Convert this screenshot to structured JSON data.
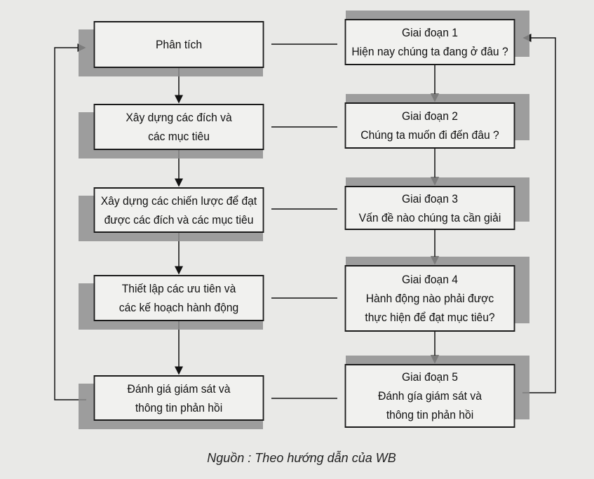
{
  "left_column": [
    {
      "lines": [
        "Phân tích"
      ]
    },
    {
      "lines": [
        "Xây dựng các đích và",
        "các mục tiêu"
      ]
    },
    {
      "lines": [
        "Xây dựng các chiến lược để đạt",
        "được các đích và các mục tiêu"
      ]
    },
    {
      "lines": [
        "Thiết lập các ưu tiên và",
        "các kế hoạch hành động"
      ]
    },
    {
      "lines": [
        "Đánh giá giám sát và",
        "thông tin phản hồi"
      ]
    }
  ],
  "right_column": [
    {
      "lines": [
        "Giai đoạn 1",
        "Hiện nay chúng ta đang ở đâu ?"
      ]
    },
    {
      "lines": [
        "Giai đoạn 2",
        "Chúng ta muốn đi đến đâu ?"
      ]
    },
    {
      "lines": [
        "Giai đoạn 3",
        "Vấn đề nào chúng ta cần giải"
      ]
    },
    {
      "lines": [
        "Giai đoạn 4",
        "Hành động nào phải được",
        "thực hiện để đạt mục tiêu?"
      ]
    },
    {
      "lines": [
        "Giai đoạn 5",
        "Đánh gía giám sát và",
        "thông tin phản hồi"
      ]
    }
  ],
  "caption": "Nguồn : Theo hướng dẫn của WB"
}
